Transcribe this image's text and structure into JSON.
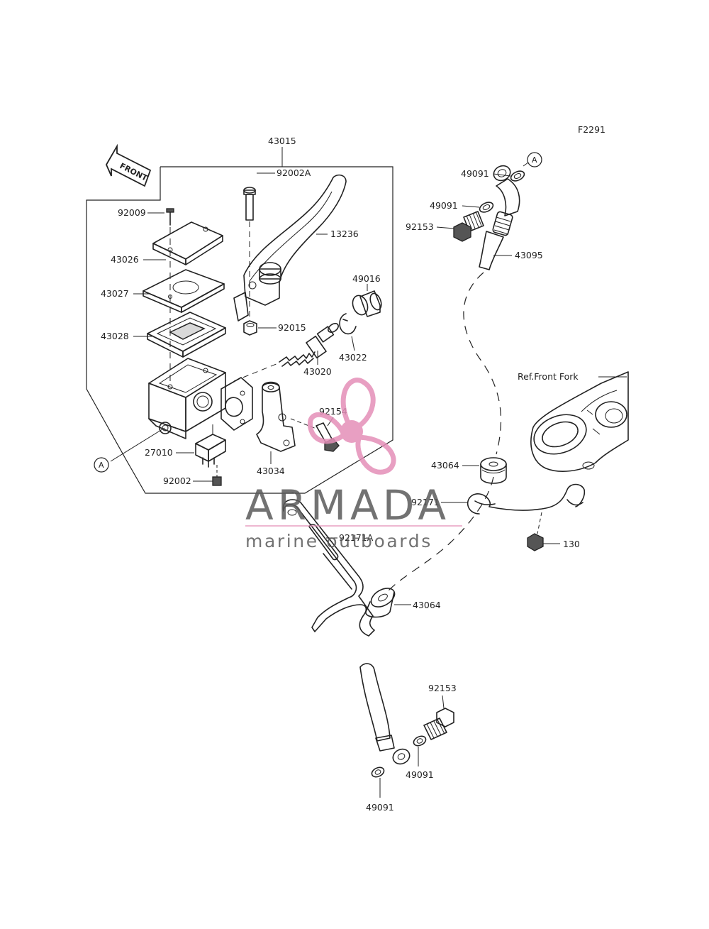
{
  "diagram": {
    "figure_code": "F2291",
    "front_label": "FRONT",
    "ref_label": "Ref.Front Fork",
    "callout_marker": "A",
    "parts": {
      "p43015": "43015",
      "p92002A": "92002A",
      "p13236": "13236",
      "p92009": "92009",
      "p43026": "43026",
      "p43027": "43027",
      "p49016": "49016",
      "p43028": "43028",
      "p92015": "92015",
      "p43022": "43022",
      "p43020": "43020",
      "p92154": "92154",
      "p27010": "27010",
      "p43034": "43034",
      "p92002": "92002",
      "p49091_top": "49091",
      "p49091_mid": "49091",
      "p92153_top": "92153",
      "p43095": "43095",
      "p43064_top": "43064",
      "p92171": "92171",
      "p130": "130",
      "p92171A": "92171A",
      "p43064_bottom": "43064",
      "p92153_bottom": "92153",
      "p49091_right": "49091",
      "p49091_bottom": "49091"
    }
  },
  "watermark": {
    "brand": "ARMADA",
    "tagline": "marine outboards",
    "accent_color": "#e48fb8"
  }
}
